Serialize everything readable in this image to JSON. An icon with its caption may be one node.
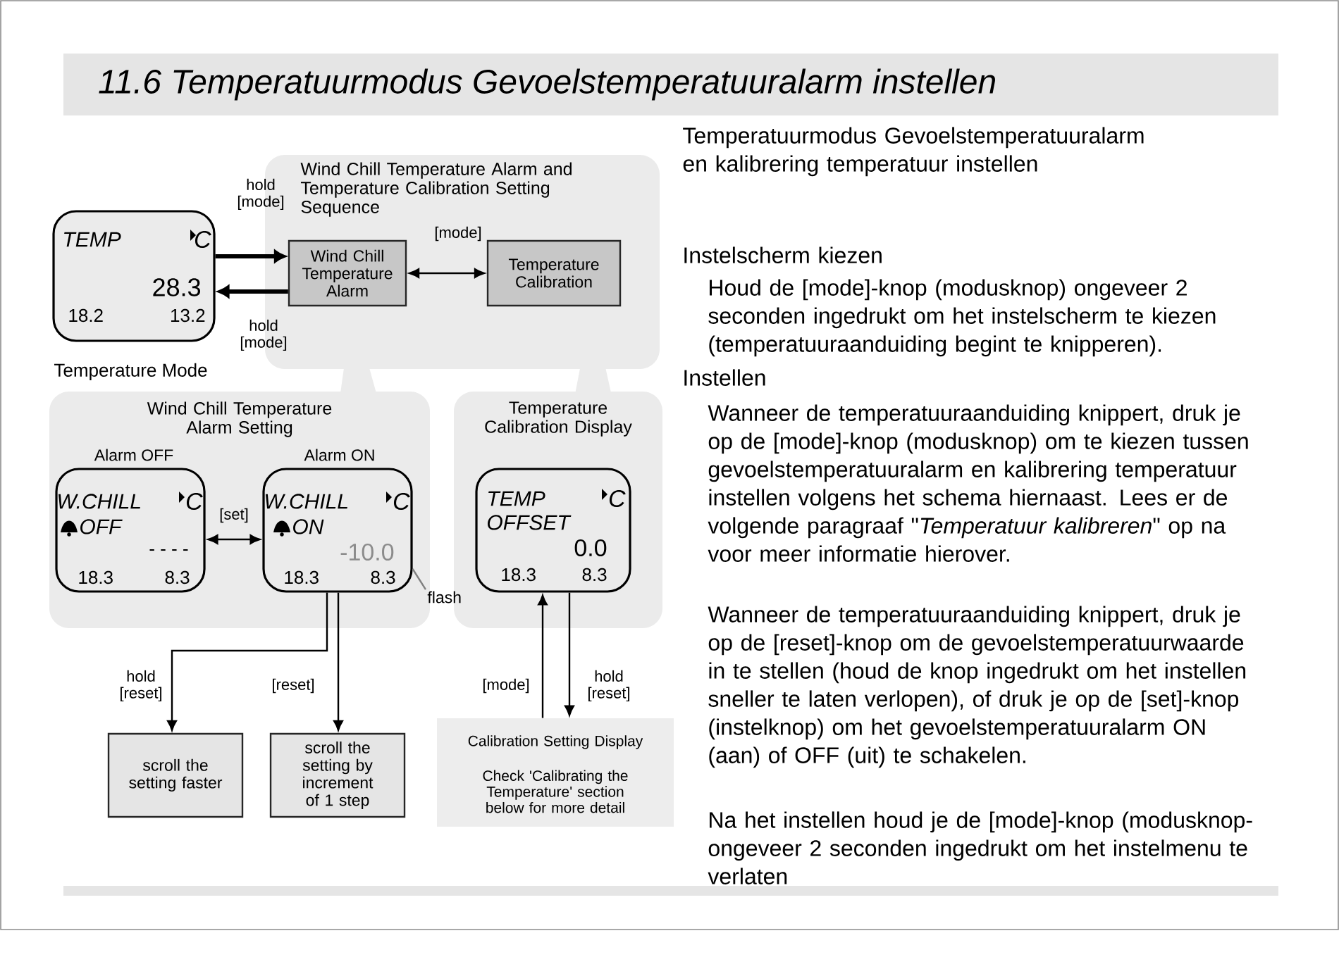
{
  "diagram": {
    "title": "11.6 Temperatuurmodus  Gevoelstemperatuuralarm instellen",
    "nodes": [
      {
        "text": [
          "TEMP",
          "C",
          "28.3",
          "18.2",
          "13.2"
        ],
        "beside": [
          "Temperature Mode"
        ]
      },
      {
        "text": [
          "Wind Chill Temperature Alarm and Temperature Calibration Setting Sequence"
        ]
      },
      {
        "text": [
          "Wind Chill Temperature Alarm"
        ],
        "in": 1
      },
      {
        "text": [
          "Temperature Calibration"
        ],
        "in": 1
      },
      {
        "text": [
          "Wind Chill Temperature Alarm Setting"
        ]
      },
      {
        "text": [
          "W.CHILL",
          "C",
          "OFF",
          "- - - -",
          "18.3",
          "8.3"
        ],
        "beside": [
          "Alarm OFF"
        ],
        "in": 4
      },
      {
        "text": [
          "W.CHILL",
          "C",
          "ON",
          "-10.0",
          "18.3",
          "8.3"
        ],
        "beside": [
          "Alarm ON"
        ],
        "in": 4
      },
      {
        "text": [
          "Temperature Calibration Display"
        ]
      },
      {
        "text": [
          "TEMP",
          "C",
          "OFFSET",
          "0.0",
          "18.3",
          "8.3"
        ],
        "in": 7
      },
      {
        "text": [
          "flash"
        ]
      },
      {
        "text": [
          "scroll the setting faster"
        ]
      },
      {
        "text": [
          "scroll the setting by increment of 1 step"
        ]
      },
      {
        "text": [
          "Calibration Setting Display",
          "Check 'Calibrating the Temperature' section below for more detail"
        ]
      }
    ],
    "edges": [
      {
        "from": 0,
        "to": 2,
        "arrow": "to",
        "label": "hold [mode]",
        "style": "thick"
      },
      {
        "from": 2,
        "to": 0,
        "arrow": "to",
        "label": "hold [mode]",
        "style": "thick"
      },
      {
        "from": 2,
        "to": 3,
        "arrow": "both",
        "label": "[mode]"
      },
      {
        "from": 5,
        "to": 6,
        "arrow": "both",
        "label": "[set]"
      },
      {
        "from": 6,
        "to": 10,
        "arrow": "to",
        "label": "hold [reset]"
      },
      {
        "from": 6,
        "to": 11,
        "arrow": "to",
        "label": "[reset]"
      },
      {
        "from": 12,
        "to": 8,
        "arrow": "to",
        "label": "[mode]"
      },
      {
        "from": 8,
        "to": 12,
        "arrow": "to",
        "label": "hold [reset]"
      },
      {
        "from": 9,
        "to": 6,
        "arrow": "none",
        "color": "#808080"
      }
    ],
    "labels": [
      "Temperatuurmodus Gevoelstemperatuuralarm en kalibrering temperatuur instellen",
      "Instelscherm kiezen",
      "Houd de [mode]-knop (modusknop) ongeveer 2 seconden ingedrukt om het instelscherm te kiezen (temperatuuraanduiding begint te knipperen).",
      "Instellen",
      "Wanneer de temperatuuraanduiding knippert, druk je op de [mode]-knop (modusknop) om te kiezen tussen gevoelstemperatuuralarm en kalibrering temperatuur instellen volgens het schema hiernaast. Lees er de volgende paragraaf \"*Temperatuur kalibreren*\" op na voor meer informatie hierover.",
      "Wanneer de temperatuuraanduiding knippert, druk je op de [reset]-knop om de gevoelstemperatuurwaarde in te stellen (houd de knop ingedrukt om het instellen sneller te laten verlopen), of druk je op de [set]-knop (instelknop) om het gevoelstemperatuuralarm ON (aan) of OFF (uit) te schakelen.",
      "Na het instellen houd je de [mode]-knop (modusknop- ongeveer 2 seconden ingedrukt om het instelmenu te verlaten"
    ]
  }
}
